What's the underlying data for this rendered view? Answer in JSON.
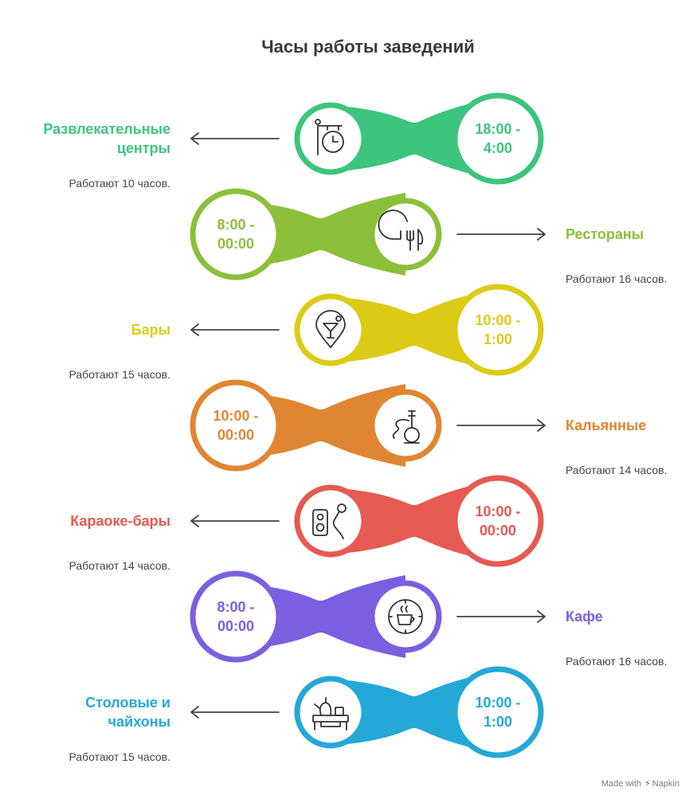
{
  "title": "Часы работы заведений",
  "footer": {
    "made_with": "Made with",
    "brand": "Napkin"
  },
  "rows": [
    {
      "name": "Развлекательные центры",
      "name_lines": [
        "Развлекательные",
        "центры"
      ],
      "hours": "18:00 - 4:00",
      "hours_lines": [
        "18:00 -",
        "4:00"
      ],
      "description": "Работают 10 часов.",
      "color": "#3DC47E",
      "icon": "clock-sign-icon",
      "side": "left"
    },
    {
      "name": "Рестораны",
      "name_lines": [
        "Рестораны"
      ],
      "hours": "8:00 - 00:00",
      "hours_lines": [
        "8:00 -",
        "00:00"
      ],
      "description": "Работают 16 часов.",
      "color": "#8CBF3A",
      "icon": "restaurant-cutlery-icon",
      "side": "right"
    },
    {
      "name": "Бары",
      "name_lines": [
        "Бары"
      ],
      "hours": "10:00 - 1:00",
      "hours_lines": [
        "10:00 -",
        "1:00"
      ],
      "description": "Работают 15 часов.",
      "color": "#DCCB16",
      "icon": "cocktail-pin-icon",
      "side": "left"
    },
    {
      "name": "Кальянные",
      "name_lines": [
        "Кальянные"
      ],
      "hours": "10:00 - 00:00",
      "hours_lines": [
        "10:00 -",
        "00:00"
      ],
      "description": "Работают 14 часов.",
      "color": "#E08632",
      "icon": "hookah-icon",
      "side": "right"
    },
    {
      "name": "Караоке-бары",
      "name_lines": [
        "Караоке-бары"
      ],
      "hours": "10:00 - 00:00",
      "hours_lines": [
        "10:00 -",
        "00:00"
      ],
      "description": "Работают 14 часов.",
      "color": "#E55A52",
      "icon": "microphone-speaker-icon",
      "side": "left"
    },
    {
      "name": "Кафе",
      "name_lines": [
        "Кафе"
      ],
      "hours": "8:00 - 00:00",
      "hours_lines": [
        "8:00 -",
        "00:00"
      ],
      "description": "Работают 16 часов.",
      "color": "#7B5FE0",
      "icon": "coffee-cup-icon",
      "side": "right"
    },
    {
      "name": "Столовые и чайхоны",
      "name_lines": [
        "Столовые и",
        "чайхоны"
      ],
      "hours": "10:00 - 1:00",
      "hours_lines": [
        "10:00 -",
        "1:00"
      ],
      "description": "Работают 15 часов.",
      "color": "#24A8D8",
      "icon": "teapot-table-icon",
      "side": "left"
    }
  ]
}
